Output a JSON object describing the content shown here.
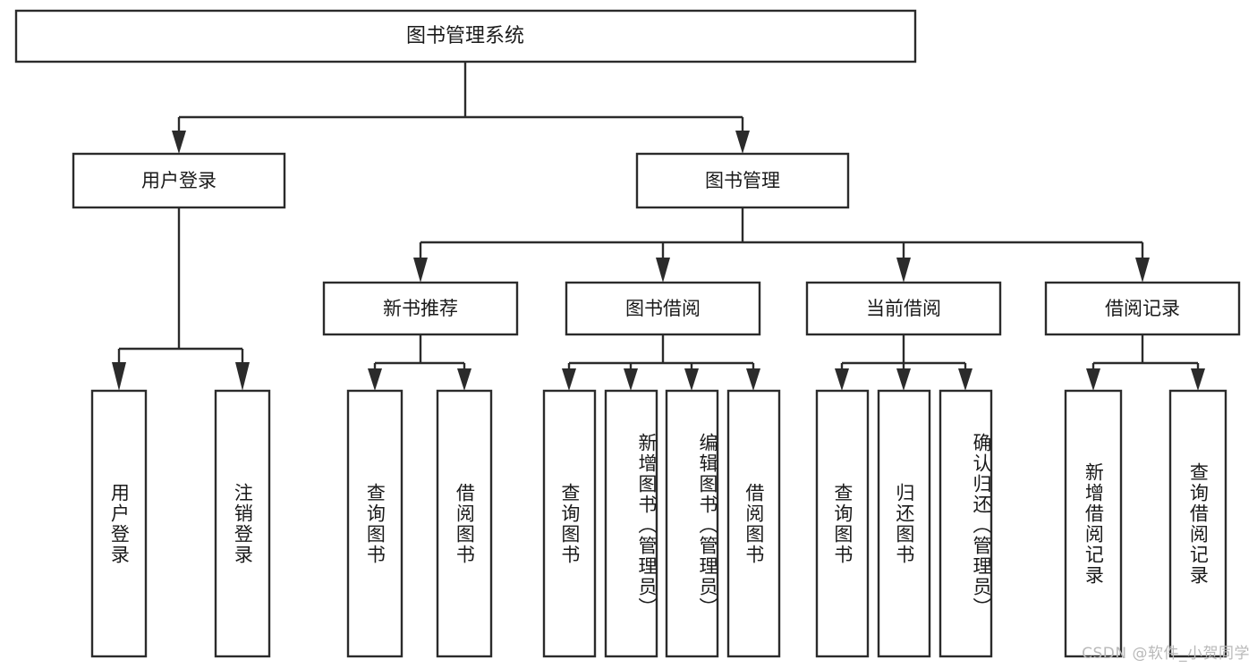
{
  "diagram": {
    "kind": "tree-hierarchy-diagram",
    "title": "图书管理系统",
    "watermark": "CSDN @软件_小贺同学",
    "colors": {
      "stroke": "#2b2b2b",
      "fill": "#ffffff",
      "text": "#1a1a1a",
      "watermark": "#b9b9b9",
      "background": "#ffffff"
    },
    "levels": {
      "root": {
        "label": "图书管理系统"
      },
      "level2": [
        {
          "label": "用户登录"
        },
        {
          "label": "图书管理"
        }
      ],
      "level3": [
        {
          "label": "新书推荐"
        },
        {
          "label": "图书借阅"
        },
        {
          "label": "当前借阅"
        },
        {
          "label": "借阅记录"
        }
      ],
      "leaves": {
        "user_login": [
          {
            "label": "用户登录"
          },
          {
            "label": "注销登录"
          }
        ],
        "new_book_recommend": [
          {
            "label": "查询图书"
          },
          {
            "label": "借阅图书"
          }
        ],
        "book_borrow": [
          {
            "label": "查询图书"
          },
          {
            "label": "新增图书（管理员）"
          },
          {
            "label": "编辑图书（管理员）"
          },
          {
            "label": "借阅图书"
          }
        ],
        "current_borrow": [
          {
            "label": "查询图书"
          },
          {
            "label": "归还图书"
          },
          {
            "label": "确认归还（管理员）"
          }
        ],
        "borrow_record": [
          {
            "label": "新增借阅记录"
          },
          {
            "label": "查询借阅记录"
          }
        ]
      }
    }
  }
}
